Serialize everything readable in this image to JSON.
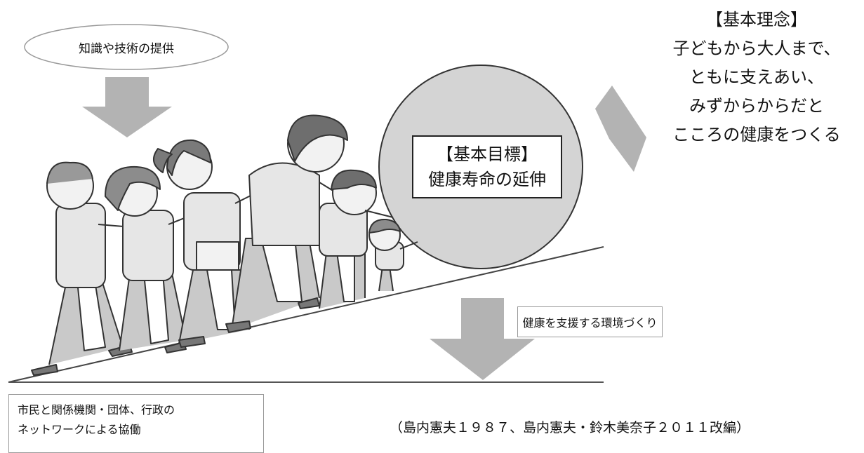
{
  "support_ellipse": {
    "text": "知識や技術の提供"
  },
  "goal": {
    "line1": "【基本目標】",
    "line2": "健康寿命の延伸"
  },
  "philosophy": {
    "lines": [
      "【基本理念】",
      "子どもから大人まで、",
      "ともに支えあい、",
      "みずからからだと",
      "こころの健康をつくる"
    ]
  },
  "environment": {
    "text": "健康を支援する環境づくり"
  },
  "network": {
    "line1": "市民と関係機関・団体、行政の",
    "line2": "ネットワークによる協働"
  },
  "citation": {
    "text": "（島内憲夫１９８７、島内憲夫・鈴木美奈子２０１１改編）"
  },
  "colors": {
    "arrow": "#b3b3b3",
    "ball": "#d4d4d4",
    "figure_fill": "#e6e6e6",
    "outline": "#333333"
  }
}
